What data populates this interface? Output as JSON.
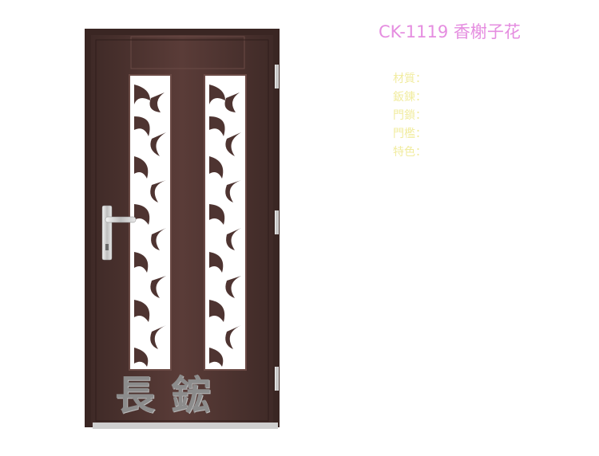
{
  "product": {
    "title": "CK-1119 香榭子花"
  },
  "specs": [
    {
      "label": "材質："
    },
    {
      "label": "鈑鍊："
    },
    {
      "label": "門鎖："
    },
    {
      "label": "門檻："
    },
    {
      "label": "特色："
    }
  ],
  "brand": {
    "logo_text": "長鋐"
  },
  "colors": {
    "door": "#4e3431",
    "title": "#e58de0",
    "spec_text": "#f1ec9f",
    "handle": "#d9d9d9",
    "threshold": "#cfcfcf"
  }
}
